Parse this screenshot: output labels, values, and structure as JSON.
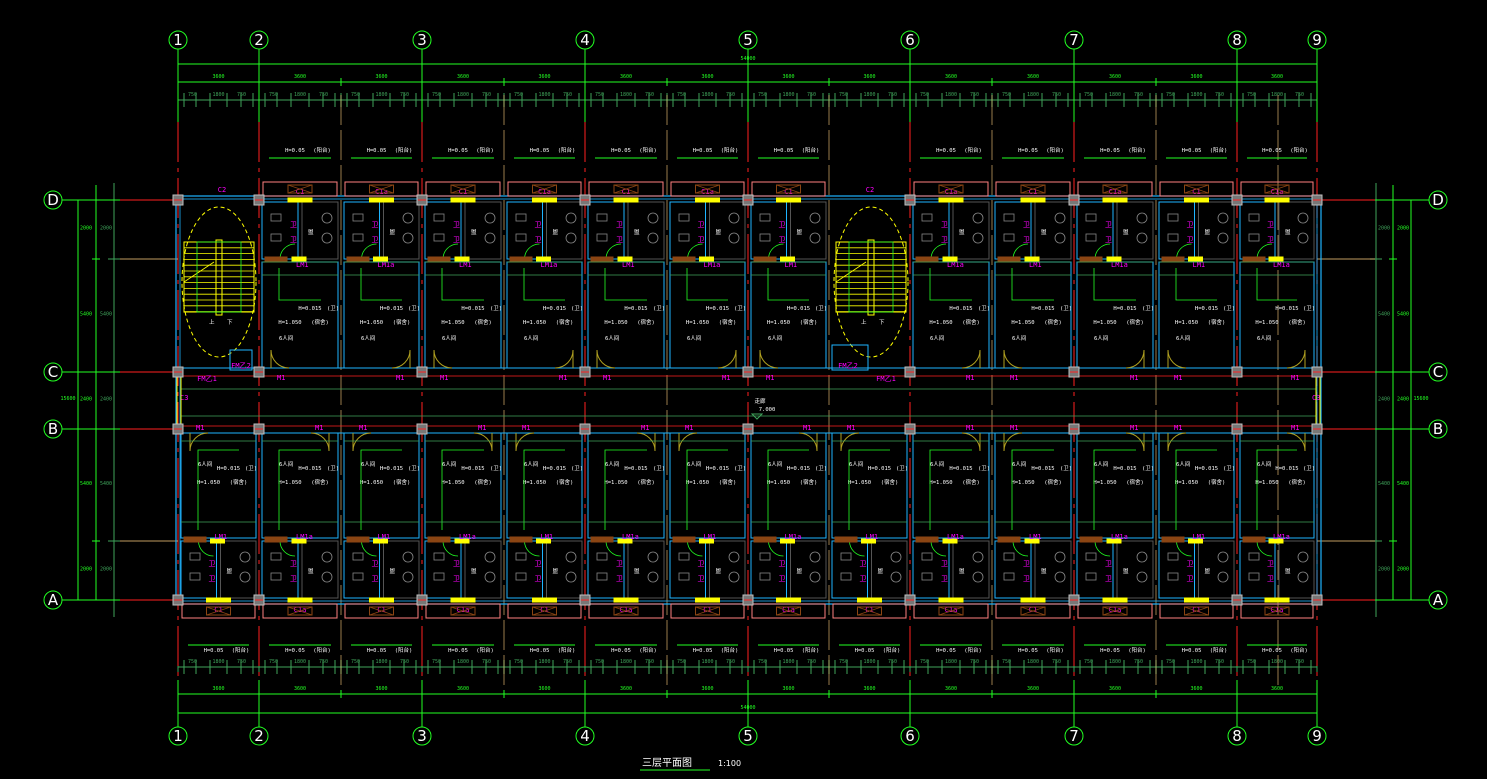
{
  "drawing": {
    "title": "三层平面图",
    "scale": "1:100",
    "corridor_elevation": "7.000",
    "corridor_label": "走廊"
  },
  "grid": {
    "vertical_axes": [
      "1",
      "2",
      "3",
      "4",
      "5",
      "6",
      "7",
      "8",
      "9"
    ],
    "horizontal_axes": [
      "D",
      "C",
      "B",
      "A"
    ]
  },
  "dimensions": {
    "overall": "54000",
    "bays": [
      "3600",
      "3600",
      "3600",
      "3600",
      "3600",
      "3600",
      "3600",
      "3600",
      "3600",
      "3600",
      "3600",
      "3600",
      "3600",
      "3600"
    ],
    "depths_outer": [
      "2000",
      "5400",
      "2400",
      "5400",
      "2000"
    ],
    "total_depth": "15600"
  },
  "rooms": {
    "dorm_label": "6人间",
    "area_label_a": "H=1.050",
    "area_label_b": "(宿舍)",
    "balcony_label": "H=0.05",
    "balcony_note": "(阳台)",
    "toilet_label": "卫",
    "washroom_label": "盥"
  },
  "tags": {
    "window_c1": "C1",
    "window_c1a": "C1a",
    "window_c2": "C2",
    "window_c3": "C3",
    "door_m1": "M1",
    "door_lm1": "LM1",
    "door_lm1a": "LM1a",
    "fire_door": "FM乙1",
    "fire_door_2": "FM乙2",
    "shaft_label": "管井",
    "stair_up": "上",
    "stair_down": "下"
  },
  "colors": {
    "background": "#000000",
    "axis_line": "#ff2020",
    "axis_bubble": "#22ff22",
    "dim_line_main": "#22ff22",
    "dim_line_detail": "#3fa35a",
    "wall": "#1eb4ff",
    "window": "#ffff00",
    "door_arc": "#b0a020",
    "tag": "#ff00ff",
    "column": "#c0c0c0",
    "balcony": "#ff8080",
    "furniture": "#888888",
    "grid_secondary": "#ffd080",
    "planter": "#8b4513",
    "stair": "#ffff00"
  }
}
